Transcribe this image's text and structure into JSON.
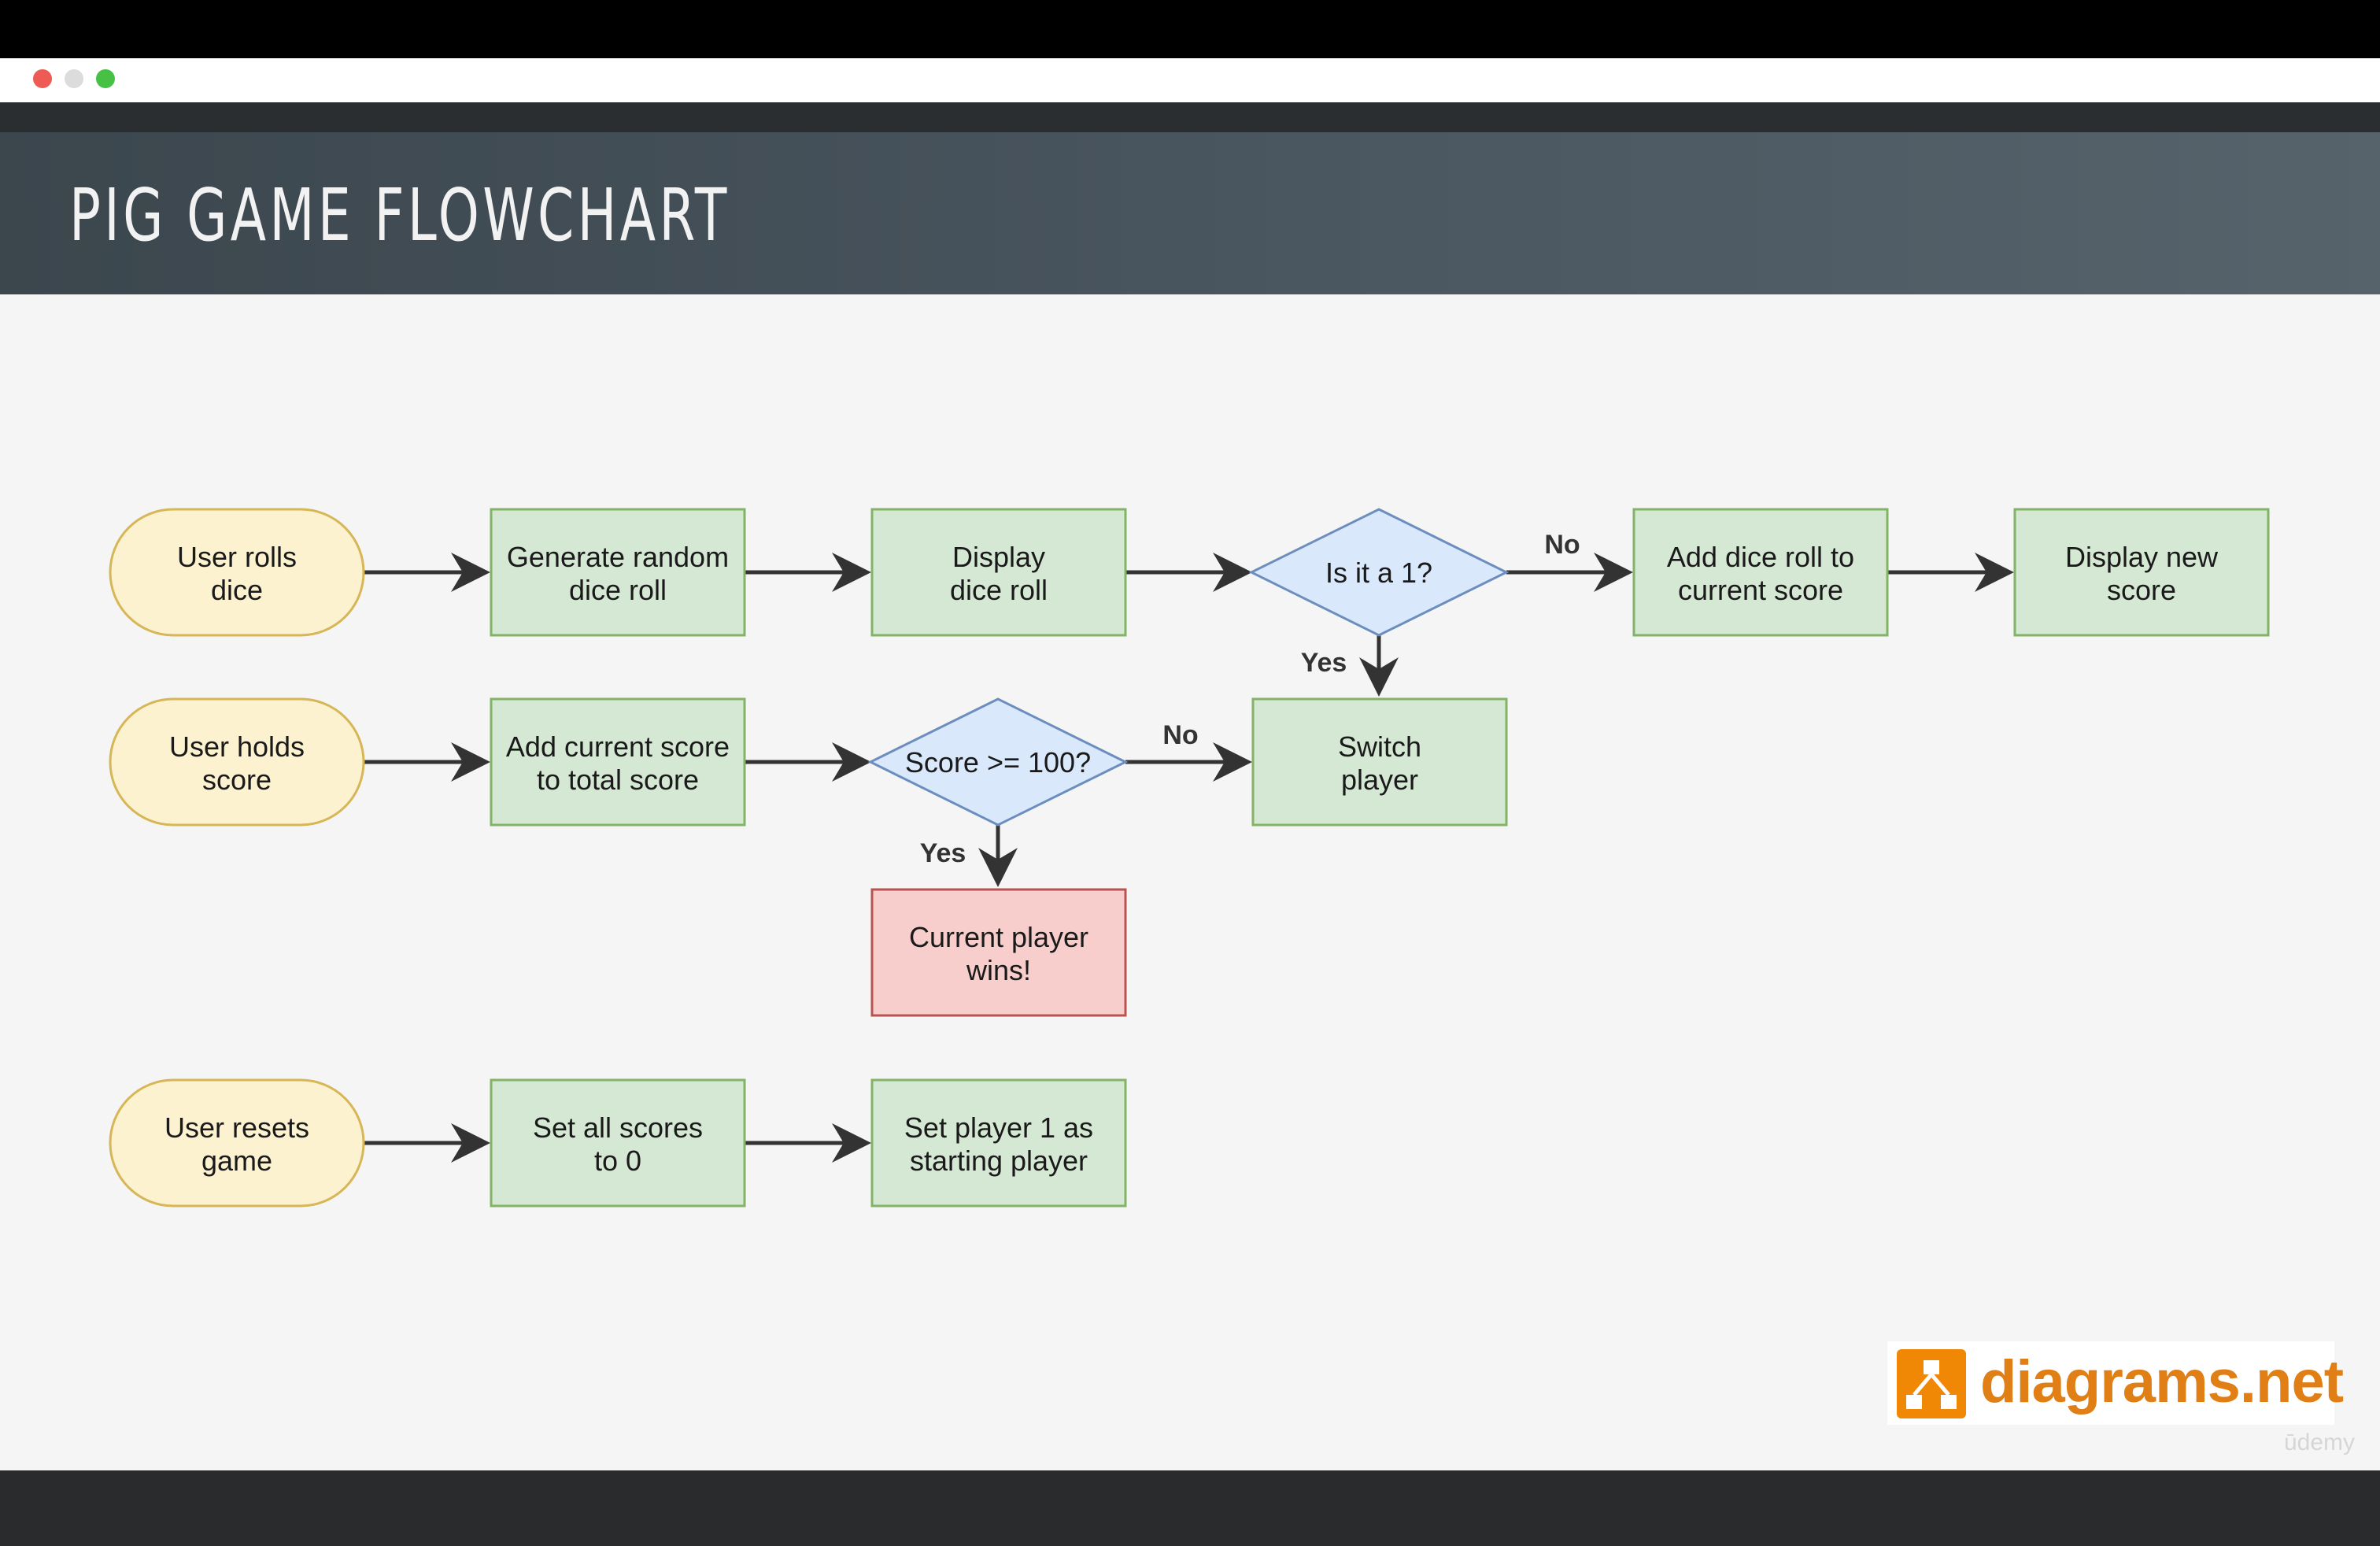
{
  "slide": {
    "title": "Pig Game Flowchart"
  },
  "nodes": {
    "user_rolls": [
      "User rolls",
      "dice"
    ],
    "generate_roll": [
      "Generate random",
      "dice roll"
    ],
    "display_roll": [
      "Display",
      "dice roll"
    ],
    "is_one": [
      "Is it a 1?"
    ],
    "add_to_current": [
      "Add dice roll to",
      "current score"
    ],
    "display_new": [
      "Display new",
      "score"
    ],
    "user_holds": [
      "User holds",
      "score"
    ],
    "add_to_total": [
      "Add current score",
      "to total score"
    ],
    "score_check": [
      "Score >= 100?"
    ],
    "switch_player": [
      "Switch",
      "player"
    ],
    "player_wins": [
      "Current player",
      "wins!"
    ],
    "user_resets": [
      "User resets",
      "game"
    ],
    "set_scores": [
      "Set all scores",
      "to 0"
    ],
    "set_player1": [
      "Set player 1 as",
      "starting player"
    ]
  },
  "edge_labels": {
    "is_one_no": "No",
    "is_one_yes": "Yes",
    "score_no": "No",
    "score_yes": "Yes"
  },
  "colors": {
    "terminal_fill": "#fcf2cf",
    "terminal_stroke": "#d6b656",
    "process_fill": "#d5e8d4",
    "process_stroke": "#82b366",
    "decision_fill": "#dae8fc",
    "decision_stroke": "#6c8ebf",
    "end_fill": "#f8cecc",
    "end_stroke": "#b85450"
  },
  "branding": {
    "logo_text": "diagrams.net",
    "watermark": "ūdemy"
  }
}
